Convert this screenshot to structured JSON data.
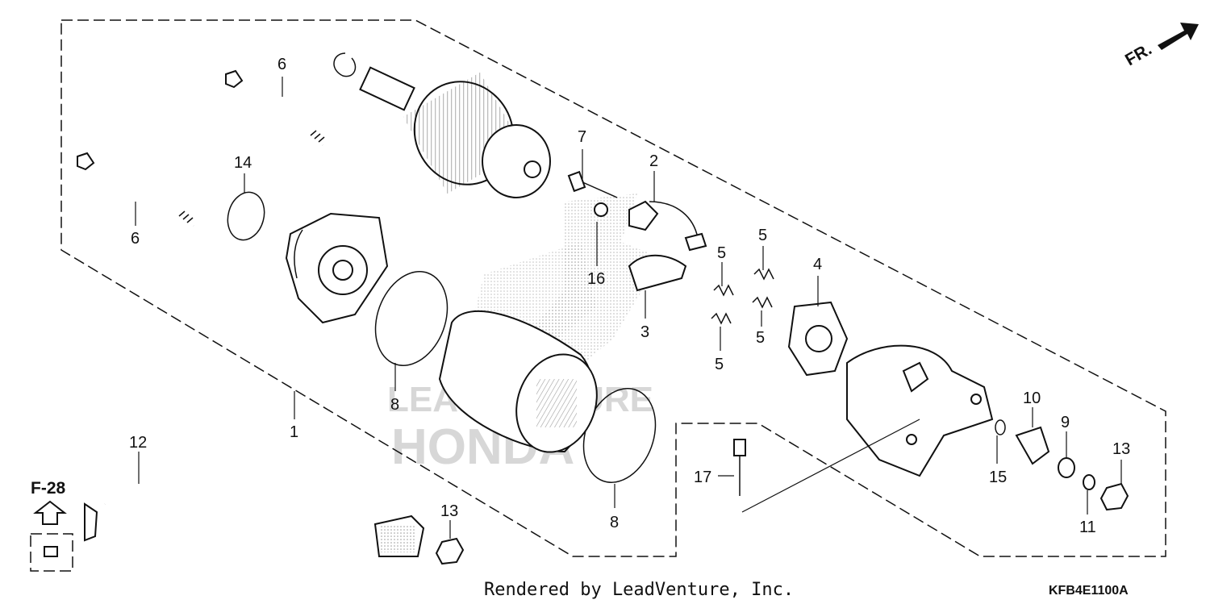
{
  "labels": {
    "p1": "1",
    "p2": "2",
    "p3": "3",
    "p4": "4",
    "p5a": "5",
    "p5b": "5",
    "p5c": "5",
    "p5d": "5",
    "p6a": "6",
    "p6b": "6",
    "p7": "7",
    "p8a": "8",
    "p8b": "8",
    "p9": "9",
    "p10": "10",
    "p11": "11",
    "p12": "12",
    "p13a": "13",
    "p13b": "13",
    "p14": "14",
    "p15": "15",
    "p16": "16",
    "p17": "17"
  },
  "reference": "F-28",
  "direction": "FR.",
  "watermark": {
    "brand": "HONDA",
    "dealer": "LEADVENTURE"
  },
  "footer": {
    "credit": "Rendered by LeadVenture, Inc.",
    "diagram_code": "KFB4E1100A"
  },
  "icons": [
    "forward-arrow-icon",
    "up-arrow-icon",
    "watermark-wing-icon"
  ],
  "colors": {
    "ink": "#111111",
    "watermark": "#d7d7d7",
    "background": "#ffffff"
  }
}
